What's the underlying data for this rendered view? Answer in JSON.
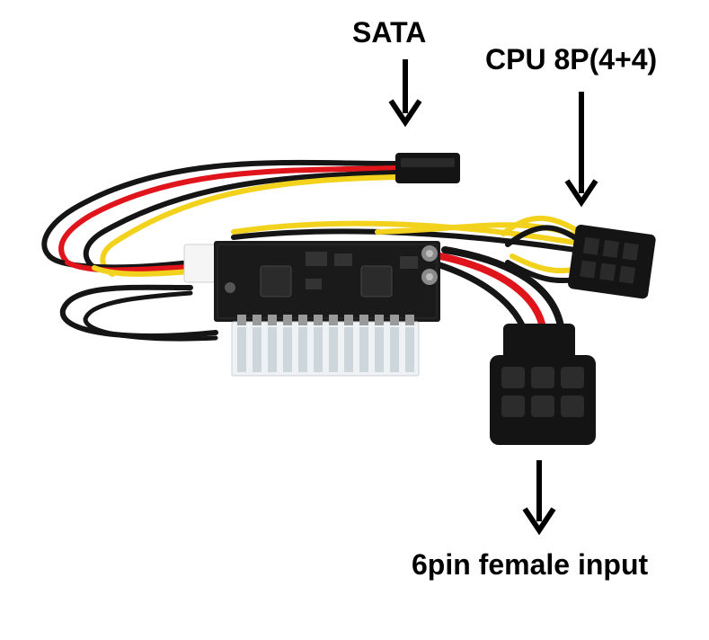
{
  "labels": {
    "sata": "SATA",
    "cpu": "CPU 8P(4+4)",
    "six_pin": "6pin female input"
  },
  "colors": {
    "wire_black": "#151515",
    "wire_red": "#e0141b",
    "wire_yellow": "#f2d21c",
    "pcb": "#1a1a1a",
    "pin_header": "#eef2f4",
    "connector": "#141414"
  }
}
